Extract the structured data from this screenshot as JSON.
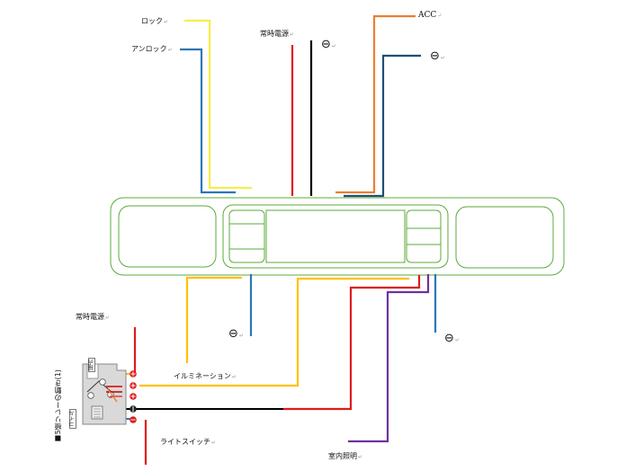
{
  "labels": {
    "lock": "ロック",
    "unlock": "アンロック",
    "constant_power_top": "常時電源",
    "acc": "ACC",
    "minus_1": "⊖",
    "minus_2": "⊖",
    "minus_3": "⊖",
    "minus_4": "⊖",
    "constant_power_left": "常時電源",
    "illumination": "イルミネーション",
    "light_switch": "ライトスイッチ",
    "interior_light": "室内照明",
    "relay_title": "■5極リレーの動き(1)",
    "relay_contact": "接点",
    "relay_coil": "コイル",
    "return_mark": "↵"
  },
  "wire_colors": {
    "lock": "#f5ee4a",
    "unlock": "#2e75b6",
    "constant_power": "#e01b1b",
    "ground": "#000000",
    "acc": "#ed7d31",
    "ground_blue": "#1f4e79",
    "illumination": "#ffc000",
    "interior_light": "#7030a0",
    "panel_outline": "#5aab3a"
  }
}
